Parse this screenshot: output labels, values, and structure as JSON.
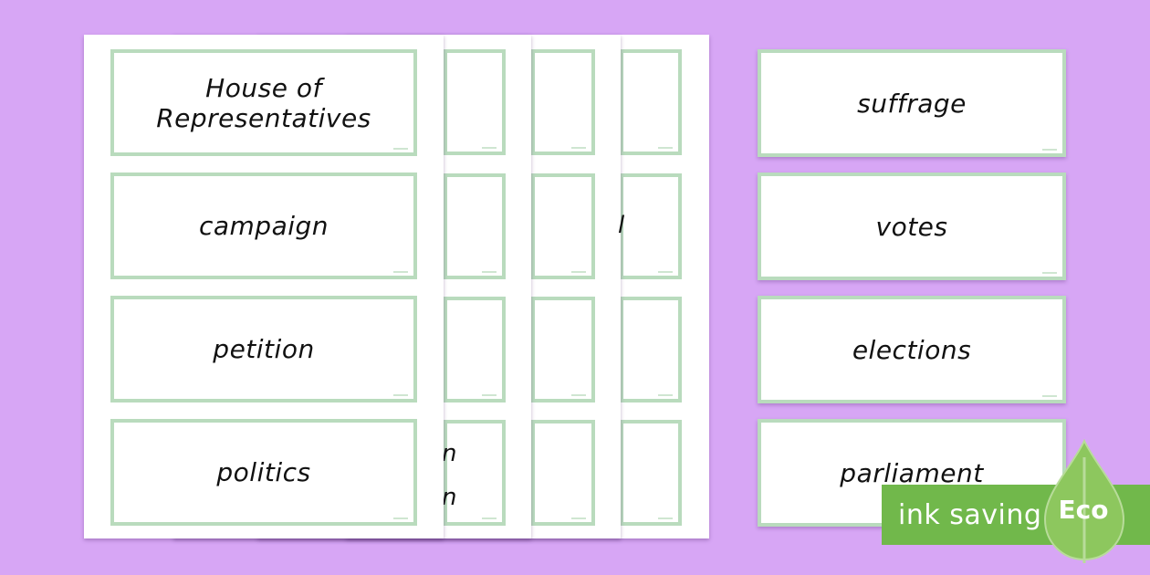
{
  "front_sheet": {
    "cards": [
      "House of Representatives",
      "campaign",
      "petition",
      "politics"
    ]
  },
  "back_sheets": {
    "partial_texts": [
      "l",
      "n",
      "n"
    ]
  },
  "right_cards": [
    "suffrage",
    "votes",
    "elections",
    "parliament"
  ],
  "eco_badge": {
    "label": "ink saving",
    "badge": "Eco",
    "icon": "leaf-drop-icon"
  },
  "colors": {
    "background": "#d7a6f5",
    "card_border": "#b9dbbd",
    "badge_green": "#71b84b",
    "leaf_green": "#8dc75e"
  }
}
